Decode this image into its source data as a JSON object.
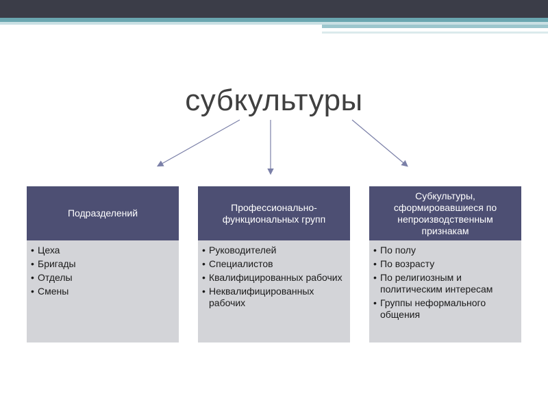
{
  "title": "субкультуры",
  "colors": {
    "header_fill": "#4d4f73",
    "body_fill": "#d3d4d8",
    "top_bar": "#3b3d48",
    "accent_stripe": "#6aa6b0",
    "arrow": "#7b80a8"
  },
  "boxes": [
    {
      "header": "Подразделений",
      "items": [
        "Цеха",
        "Бригады",
        "Отделы",
        "Смены"
      ]
    },
    {
      "header": "Профессионально-функциональных групп",
      "items": [
        "Руководителей",
        "Специалистов",
        "Квалифицированных рабочих",
        "Неквалифицированных рабочих"
      ]
    },
    {
      "header": "Субкультуры, сформировавшиеся по непроизводственным признакам",
      "items": [
        "По полу",
        "По возрасту",
        "По религиозным и политическим интересам",
        "Группы неформального общения"
      ]
    }
  ]
}
